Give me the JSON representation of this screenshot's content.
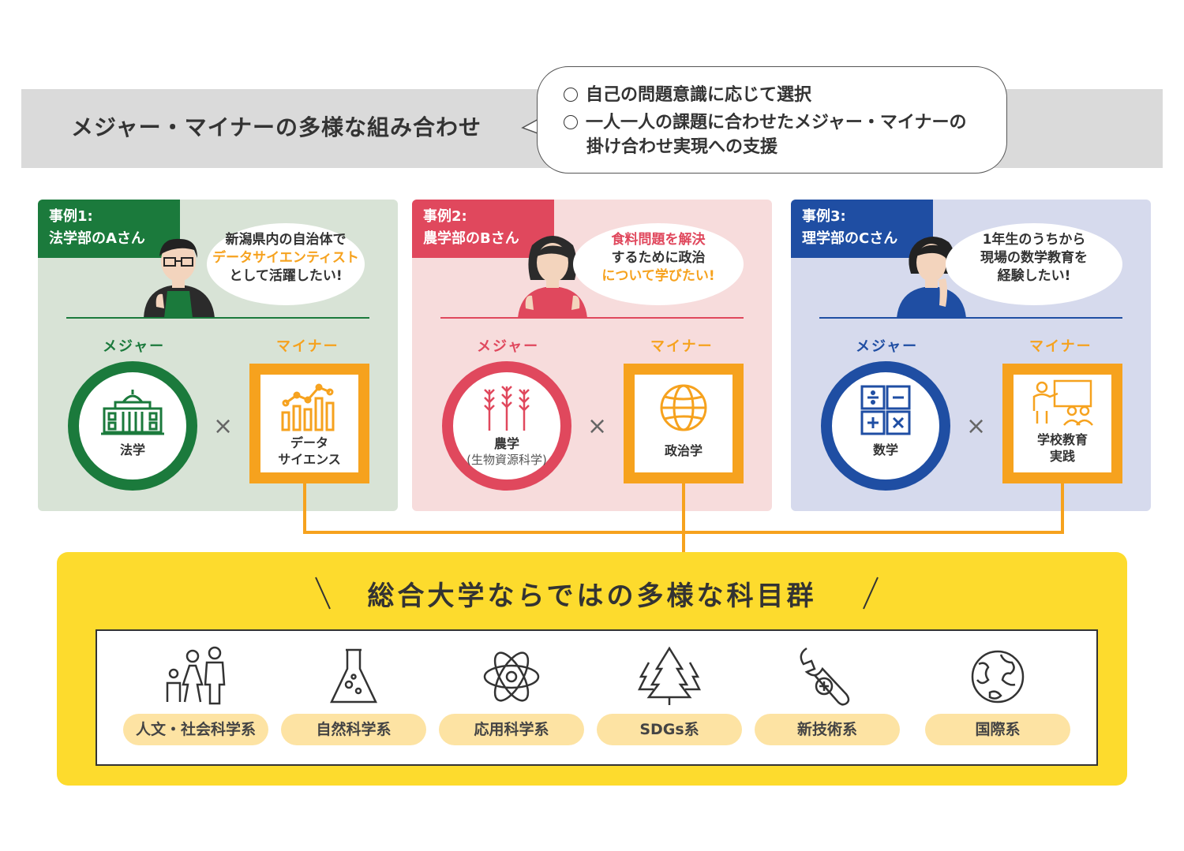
{
  "header": {
    "title": "メジャー・マイナーの多様な組み合わせ",
    "bullets": [
      "自己の問題意識に応じて選択",
      "一人一人の課題に合わせたメジャー・マイナーの",
      "掛け合わせ実現への支援"
    ]
  },
  "cases": [
    {
      "tag_line1": "事例1:",
      "tag_line2": "法学部のAさん",
      "speech": [
        "新潟県内の自治体で",
        "データサイエンティスト",
        "として活躍したい!"
      ],
      "major_label": "メジャー",
      "minor_label": "マイナー",
      "major": "法学",
      "minor_line1": "データ",
      "minor_line2": "サイエンス",
      "times": "×",
      "colors": {
        "bg": "#d8e3d6",
        "accent": "#1b7a3c"
      }
    },
    {
      "tag_line1": "事例2:",
      "tag_line2": "農学部のBさん",
      "speech": [
        "食料問題を解決",
        "するために政治",
        "について学びたい!"
      ],
      "major_label": "メジャー",
      "minor_label": "マイナー",
      "major": "農学",
      "major_sub": "(生物資源科学)",
      "minor_line1": "政治学",
      "minor_line2": "",
      "times": "×",
      "colors": {
        "bg": "#f7dcdc",
        "accent": "#e0485d"
      }
    },
    {
      "tag_line1": "事例3:",
      "tag_line2": "理学部のCさん",
      "speech": [
        "1年生のうちから",
        "現場の数学教育を",
        "経験したい!"
      ],
      "major_label": "メジャー",
      "minor_label": "マイナー",
      "major": "数学",
      "minor_line1": "学校教育",
      "minor_line2": "実践",
      "times": "×",
      "colors": {
        "bg": "#d6daed",
        "accent": "#1f4ea3"
      }
    }
  ],
  "bottom": {
    "title": "総合大学ならではの多様な科目群",
    "fields": [
      "人文・社会科学系",
      "自然科学系",
      "応用科学系",
      "SDGs系",
      "新技術系",
      "国際系"
    ]
  },
  "colors": {
    "orange": "#f6a21e",
    "yellow": "#fddb2d",
    "header_gray": "#dadada"
  },
  "icons": [
    "courthouse-icon",
    "data-chart-icon",
    "wheat-icon",
    "globe-icon",
    "math-operators-icon",
    "teacher-board-icon",
    "family-icon",
    "flask-icon",
    "atom-icon",
    "trees-icon",
    "wrench-plus-icon",
    "earth-icon"
  ]
}
